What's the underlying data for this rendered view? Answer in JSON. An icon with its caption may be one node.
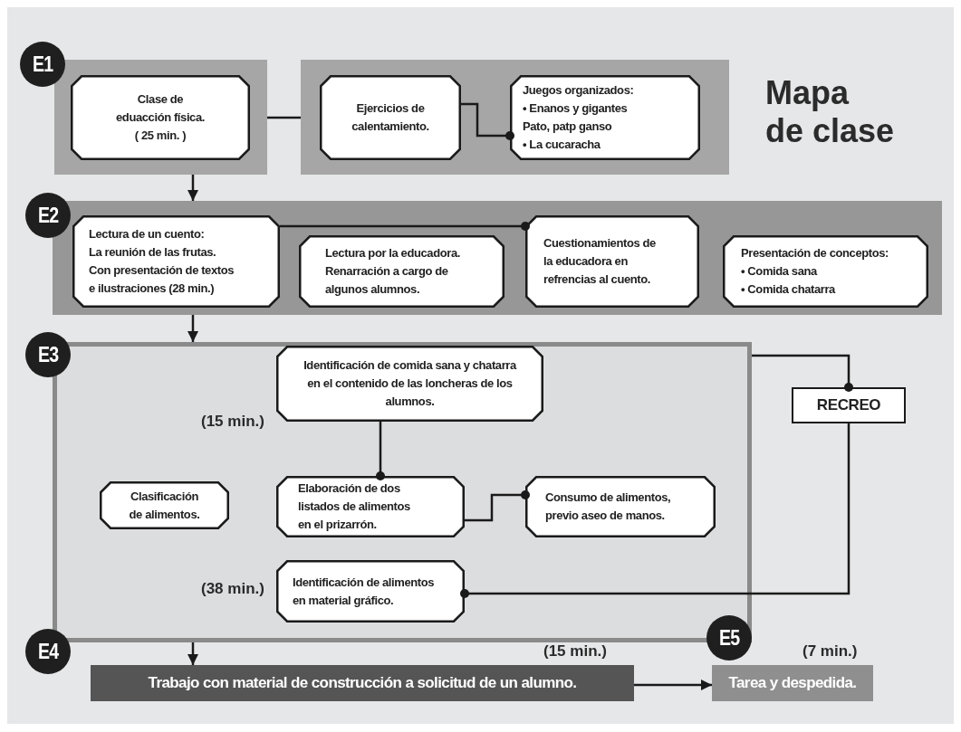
{
  "diagram": {
    "title": "Mapa de clase",
    "nodes": [
      {
        "text": [
          "E1"
        ]
      },
      {
        "text": [],
        "shape": "box"
      },
      {
        "text": [
          "Clase de eduacción física. ( 25 min. )"
        ],
        "in": 1
      },
      {
        "text": [],
        "shape": "box"
      },
      {
        "text": [
          "Ejercicios de calentamiento."
        ],
        "in": 3
      },
      {
        "text": [
          "Juegos organizados:",
          "• Enanos y gigantes",
          "Pato, patp ganso",
          "• La cucaracha"
        ],
        "in": 3
      },
      {
        "text": [
          "E2"
        ]
      },
      {
        "text": [],
        "shape": "box"
      },
      {
        "text": [
          "Lectura de un cuento:",
          "La reunión de las frutas.",
          "Con presentación de textos e ilustraciones (28 min.)"
        ],
        "in": 7
      },
      {
        "text": [
          "Lectura por la educadora. Renarración a cargo de algunos alumnos."
        ],
        "in": 7
      },
      {
        "text": [
          "Cuestionamientos de la educadora en refrencias al cuento."
        ],
        "in": 7
      },
      {
        "text": [
          "Presentación de conceptos:",
          "• Comida sana",
          "• Comida chatarra"
        ],
        "in": 7
      },
      {
        "text": [
          "E3"
        ]
      },
      {
        "text": [],
        "shape": "box"
      },
      {
        "text": [
          "Identificación de comida sana y chatarra en el contenido de las loncheras de los alumnos."
        ],
        "in": 13,
        "beside": [
          "(15 min.)"
        ]
      },
      {
        "text": [
          "Clasificación de alimentos."
        ],
        "in": 13
      },
      {
        "text": [
          "Elaboración de dos listados de alimentos en el prizarrón."
        ],
        "in": 13
      },
      {
        "text": [
          "Consumo de alimentos, previo aseo de manos."
        ],
        "in": 13
      },
      {
        "text": [
          "Identificación de alimentos en material gráfico."
        ],
        "in": 13,
        "beside": [
          "(38 min.)"
        ]
      },
      {
        "text": [
          "RECREO"
        ]
      },
      {
        "text": [
          "E4"
        ]
      },
      {
        "text": [
          "Trabajo con material de construcción a solicitud de un alumno."
        ],
        "beside": [
          "(15 min.)"
        ]
      },
      {
        "text": [
          "E5"
        ]
      },
      {
        "text": [
          "Tarea y despedida."
        ],
        "beside": [
          "(7 min.)"
        ]
      }
    ],
    "edges": [
      {
        "from": 1,
        "to": 3,
        "arrow": "none"
      },
      {
        "from": 4,
        "to": 5,
        "arrow": "other"
      },
      {
        "from": 1,
        "to": 7,
        "arrow": "to"
      },
      {
        "from": 8,
        "to": 10,
        "arrow": "other"
      },
      {
        "from": 7,
        "to": 13,
        "arrow": "to"
      },
      {
        "from": 14,
        "to": 16,
        "arrow": "other"
      },
      {
        "from": 16,
        "to": 17,
        "arrow": "other"
      },
      {
        "from": 13,
        "to": 19,
        "arrow": "other"
      },
      {
        "from": 19,
        "to": 18,
        "arrow": "other"
      },
      {
        "from": 13,
        "to": 21,
        "arrow": "to"
      },
      {
        "from": 21,
        "to": 23,
        "arrow": "to"
      }
    ]
  }
}
